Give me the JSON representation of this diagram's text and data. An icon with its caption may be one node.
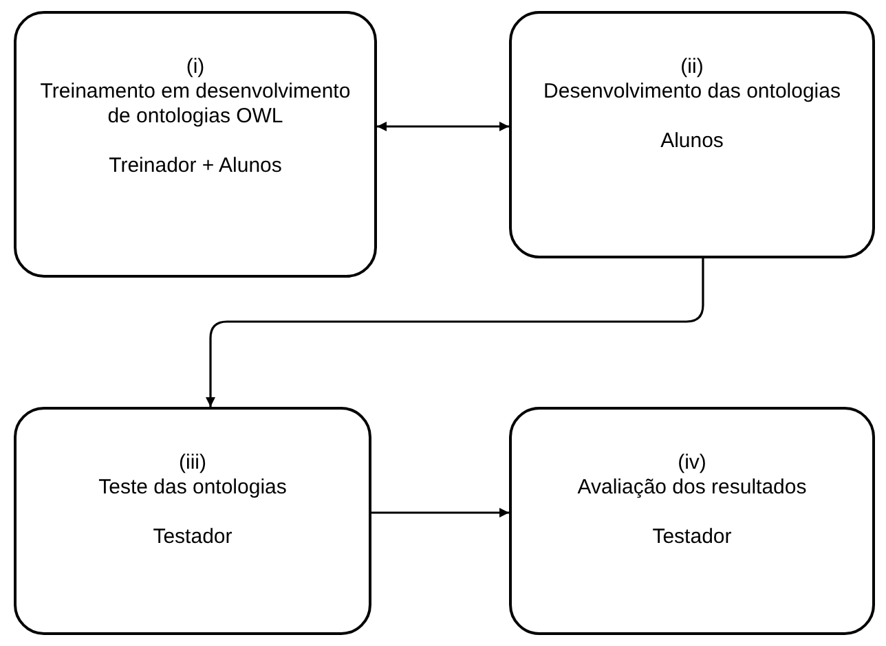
{
  "diagram": {
    "nodes": [
      {
        "text": [
          "(i)",
          "Treinamento em desenvolvimento de ontologias OWL",
          "Treinador + Alunos"
        ]
      },
      {
        "text": [
          "(ii)",
          "Desenvolvimento das ontologias",
          "Alunos"
        ]
      },
      {
        "text": [
          "(iii)",
          "Teste das ontologias",
          "Testador"
        ]
      },
      {
        "text": [
          "(iv)",
          "Avaliação dos resultados",
          "Testador"
        ]
      }
    ],
    "edges": [
      {
        "from": 0,
        "to": 1,
        "arrow": "both"
      },
      {
        "from": 1,
        "to": 2,
        "arrow": "to"
      },
      {
        "from": 2,
        "to": 3,
        "arrow": "to"
      }
    ]
  }
}
